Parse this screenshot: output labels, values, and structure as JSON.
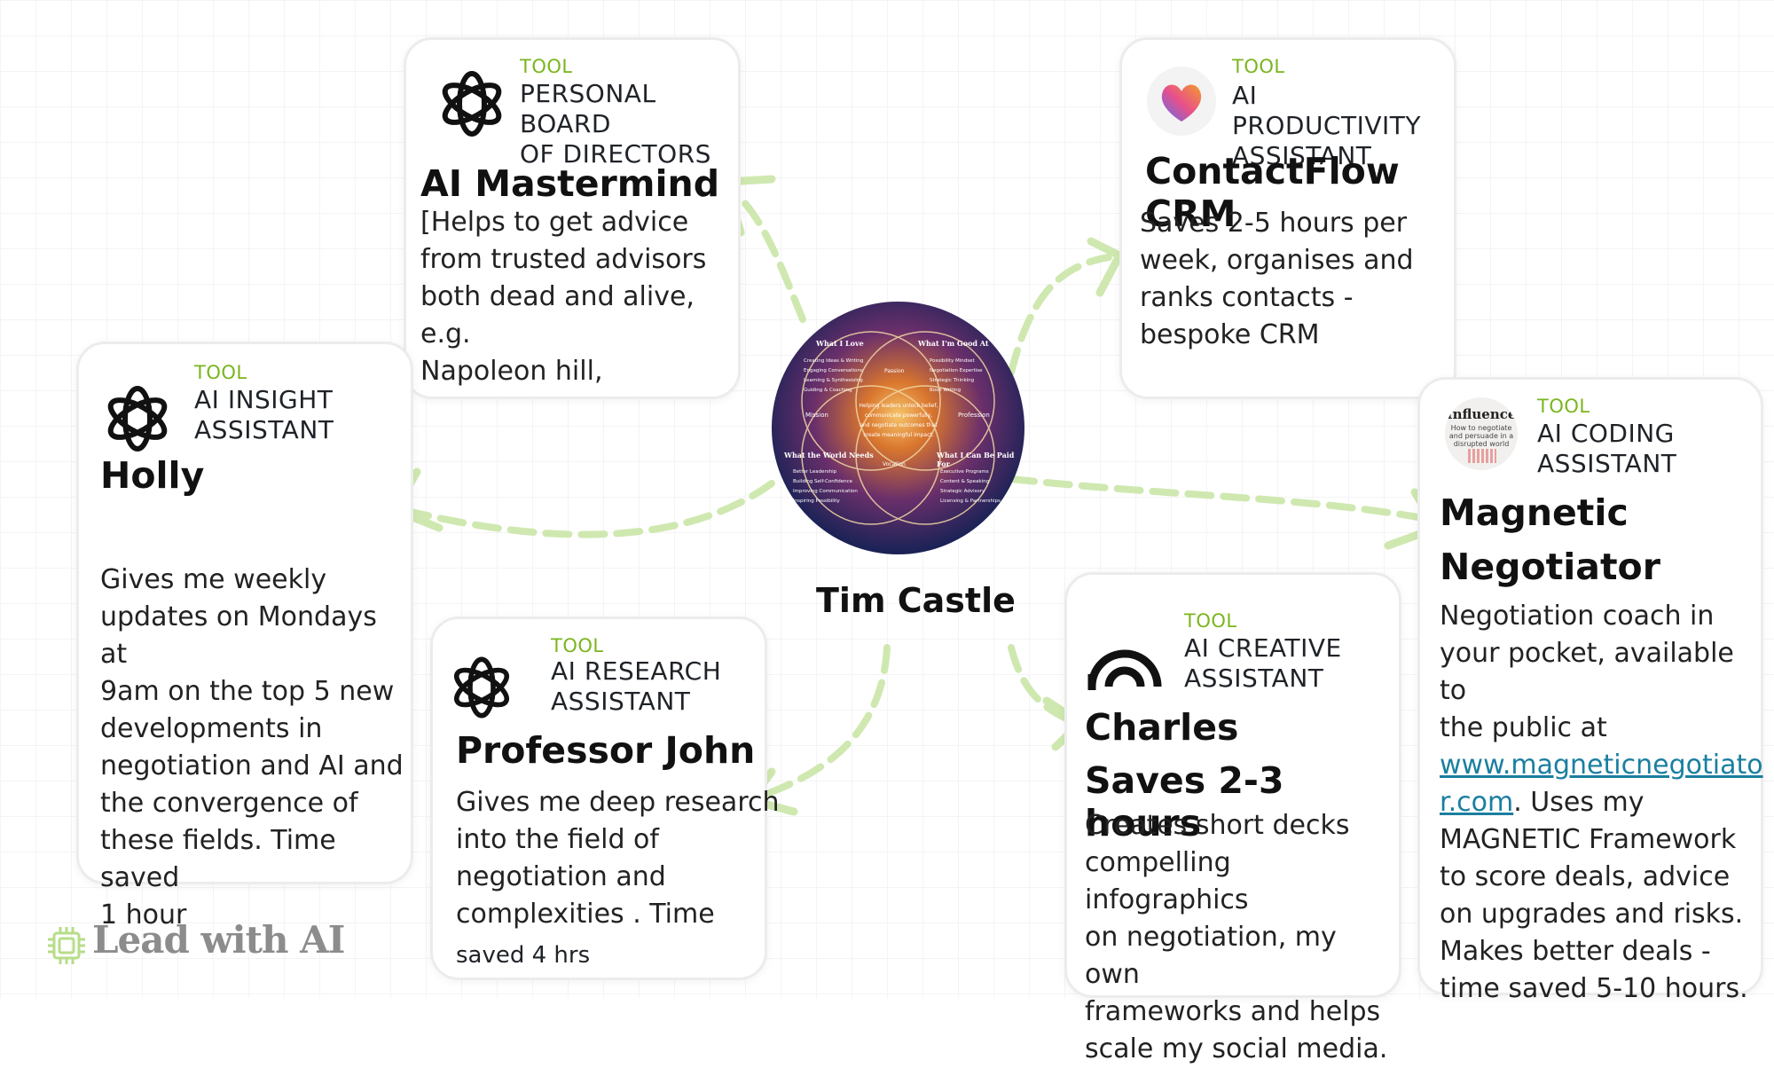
{
  "center": {
    "name": "Tim Castle",
    "venn": {
      "love_title": "What I Love",
      "love_items": [
        "Creating Ideas & Writing",
        "Engaging Conversations",
        "Learning & Synthesizing",
        "Guiding & Coaching"
      ],
      "good_title": "What I'm Good At",
      "good_items": [
        "Possibility Mindset",
        "Negotiation Expertise",
        "Strategic Thinking",
        "Book Writing"
      ],
      "world_title": "What the World Needs",
      "world_items": [
        "Better Leadership",
        "Building Self-Confidence",
        "Improving Communication",
        "Inspiring Possibility"
      ],
      "paid_title": "What I Can Be Paid For",
      "paid_items": [
        "Executive Programs",
        "Content & Speaking",
        "Strategic Advisory",
        "Licensing & Partnerships"
      ],
      "passion": "Passion",
      "mission": "Mission",
      "profession": "Profession",
      "vocation": "Vocation",
      "purpose_lines": [
        "Helping leaders unlock belief,",
        "communicate powerfully,",
        "and negotiate outcomes that",
        "create meaningful impact."
      ]
    }
  },
  "cards": {
    "mastermind": {
      "tag": "TOOL",
      "category_lines": [
        "PERSONAL BOARD",
        "OF DIRECTORS"
      ],
      "title": "AI Mastermind",
      "desc_lines": [
        "[Helps to get advice",
        "from trusted advisors",
        "both dead and alive, e.g.",
        "Napoleon hill,"
      ],
      "icon": "openai-logo-icon"
    },
    "contactflow": {
      "tag": "TOOL",
      "category_lines": [
        "AI PRODUCTIVITY",
        "ASSISTANT"
      ],
      "title": "ContactFlow CRM",
      "desc_lines": [
        "Saves 2-5 hours per",
        "week, organises and",
        "ranks contacts -",
        "bespoke CRM"
      ],
      "icon": "gradient-heart-icon"
    },
    "holly": {
      "tag": "TOOL",
      "category_lines": [
        "AI INSIGHT",
        "ASSISTANT"
      ],
      "title": "Holly",
      "desc_lines": [
        "Gives me weekly",
        "updates on Mondays at",
        "9am on the top 5 new",
        "developments in",
        "negotiation and AI and",
        "the convergence of",
        "these fields. Time saved",
        "1 hour"
      ],
      "icon": "openai-logo-icon"
    },
    "professor": {
      "tag": "TOOL",
      "category_lines": [
        "AI RESEARCH",
        "ASSISTANT"
      ],
      "title": "Professor John",
      "desc_lines": [
        "Gives me deep research",
        "into the field of",
        "negotiation and",
        "complexities . Time"
      ],
      "desc_small": "saved 4 hrs",
      "icon": "openai-logo-icon"
    },
    "charles": {
      "tag": "TOOL",
      "category_lines": [
        "AI CREATIVE",
        "ASSISTANT"
      ],
      "title": "Charles",
      "subtitle": "Saves 2-3 hours",
      "desc_lines": [
        "Creates short decks",
        "compelling infographics",
        "on negotiation, my own",
        "frameworks and helps",
        "scale my social media."
      ],
      "icon": "gamma-logo-icon"
    },
    "magnetic": {
      "tag": "TOOL",
      "category_lines": [
        "AI CODING",
        "ASSISTANT"
      ],
      "title_lines": [
        "Magnetic",
        "Negotiator"
      ],
      "desc_lines": [
        "Negotiation coach in",
        "your pocket, available to",
        "the public at"
      ],
      "link_lines": [
        "www.magneticnegotiato",
        "r.com"
      ],
      "after_link": ". Uses my",
      "desc_lines2": [
        "MAGNETIC Framework",
        "to score deals, advice",
        "on upgrades and risks.",
        "Makes better deals -",
        "time saved 5-10 hours."
      ],
      "badge_title": "Influence",
      "badge_sub": [
        "How to negotiate",
        "and persuade in a",
        "disrupted world"
      ],
      "icon": "book-cover-icon"
    }
  },
  "logo": {
    "text": "Lead with AI",
    "icon": "chip-icon"
  },
  "colors": {
    "accent_green": "#7ab51d",
    "arrow_green": "#cfe8b0",
    "link": "#1a7fa0"
  }
}
